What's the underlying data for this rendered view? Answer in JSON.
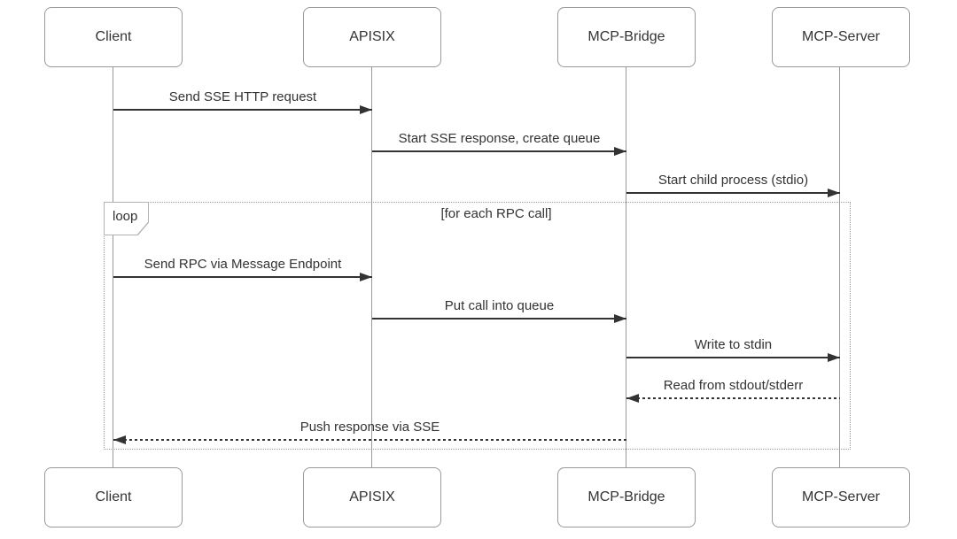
{
  "diagram": {
    "type": "sequence-diagram",
    "actors": [
      {
        "name": "Client"
      },
      {
        "name": "APISIX"
      },
      {
        "name": "MCP-Bridge"
      },
      {
        "name": "MCP-Server"
      }
    ],
    "messages": [
      {
        "label": "Send SSE HTTP request",
        "from": "Client",
        "to": "APISIX",
        "line": "solid",
        "direction": "right"
      },
      {
        "label": "Start SSE response, create queue",
        "from": "APISIX",
        "to": "MCP-Bridge",
        "line": "solid",
        "direction": "right"
      },
      {
        "label": "Start child process (stdio)",
        "from": "MCP-Bridge",
        "to": "MCP-Server",
        "line": "solid",
        "direction": "right"
      },
      {
        "label": "Send RPC via Message Endpoint",
        "from": "Client",
        "to": "APISIX",
        "line": "solid",
        "direction": "right"
      },
      {
        "label": "Put call into queue",
        "from": "APISIX",
        "to": "MCP-Bridge",
        "line": "solid",
        "direction": "right"
      },
      {
        "label": "Write to stdin",
        "from": "MCP-Bridge",
        "to": "MCP-Server",
        "line": "solid",
        "direction": "right"
      },
      {
        "label": "Read from stdout/stderr",
        "from": "MCP-Server",
        "to": "MCP-Bridge",
        "line": "dashed",
        "direction": "left"
      },
      {
        "label": "Push response via SSE",
        "from": "MCP-Bridge",
        "to": "Client",
        "line": "dashed",
        "direction": "left"
      }
    ],
    "loop_block": {
      "label": "loop",
      "condition": "[for each RPC call]"
    },
    "colors": {
      "background": "#ffffff",
      "arrow": "#333333",
      "text": "#333333",
      "lifeline": "#999999",
      "actor_border": "#999999",
      "actor_fill": "#ffffff",
      "loop_border": "#999999"
    }
  }
}
